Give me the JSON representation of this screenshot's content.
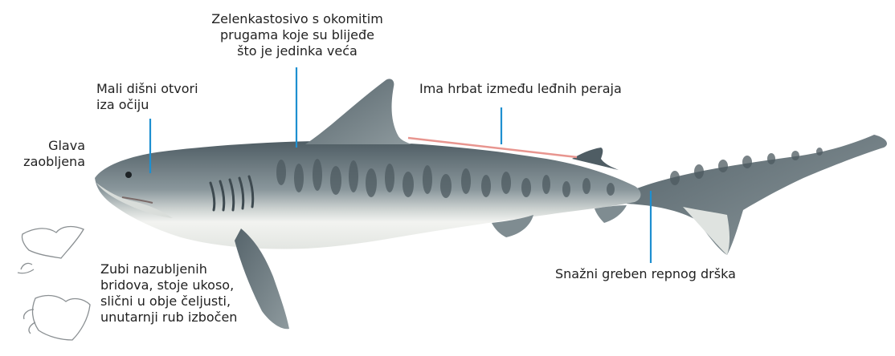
{
  "labels": {
    "color": [
      "Zelenkastosivo s okomitim",
      "prugama koje su blijeđe",
      "što je jedinka veća"
    ],
    "spiracles": [
      "Mali dišni otvori",
      "iza očiju"
    ],
    "head": [
      "Glava",
      "zaobljena"
    ],
    "keel_ridge": "Ima hrbat između leđnih peraja",
    "caudal_keel": "Snažni greben repnog drška",
    "teeth": [
      "Zubi nazubljenih",
      "bridova, stoje ukoso,",
      "slični u obje čeljusti,",
      "unutarnji rub izbočen"
    ]
  },
  "colors": {
    "leader_blue": "#1e8fd0",
    "ridge_highlight": "#e8958f",
    "shark_dark": "#5d6b72",
    "shark_light": "#eef0ee"
  }
}
